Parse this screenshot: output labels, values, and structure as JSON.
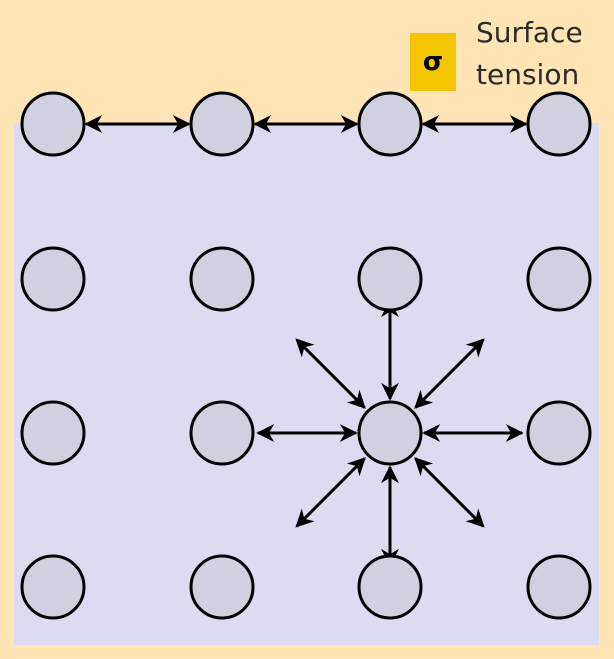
{
  "label": {
    "symbol": "σ",
    "line1": "Surface",
    "line2": "tension"
  },
  "colors": {
    "background": "#ffe4b5",
    "liquid": "#dcdcf0",
    "molecule_fill": "#d0d0de",
    "molecule_stroke": "#000000",
    "arrow": "#000000",
    "symbol_badge": "#f5c400"
  },
  "molecules": {
    "rows": 4,
    "cols": 4,
    "surface_row": 0,
    "highlighted": {
      "row": 2,
      "col": 2
    }
  },
  "forces": {
    "surface_pairs": [
      [
        0,
        1
      ],
      [
        1,
        2
      ],
      [
        2,
        3
      ]
    ],
    "bulk_directions": [
      "up",
      "down",
      "left",
      "right",
      "up-left",
      "up-right",
      "down-left",
      "down-right"
    ]
  }
}
